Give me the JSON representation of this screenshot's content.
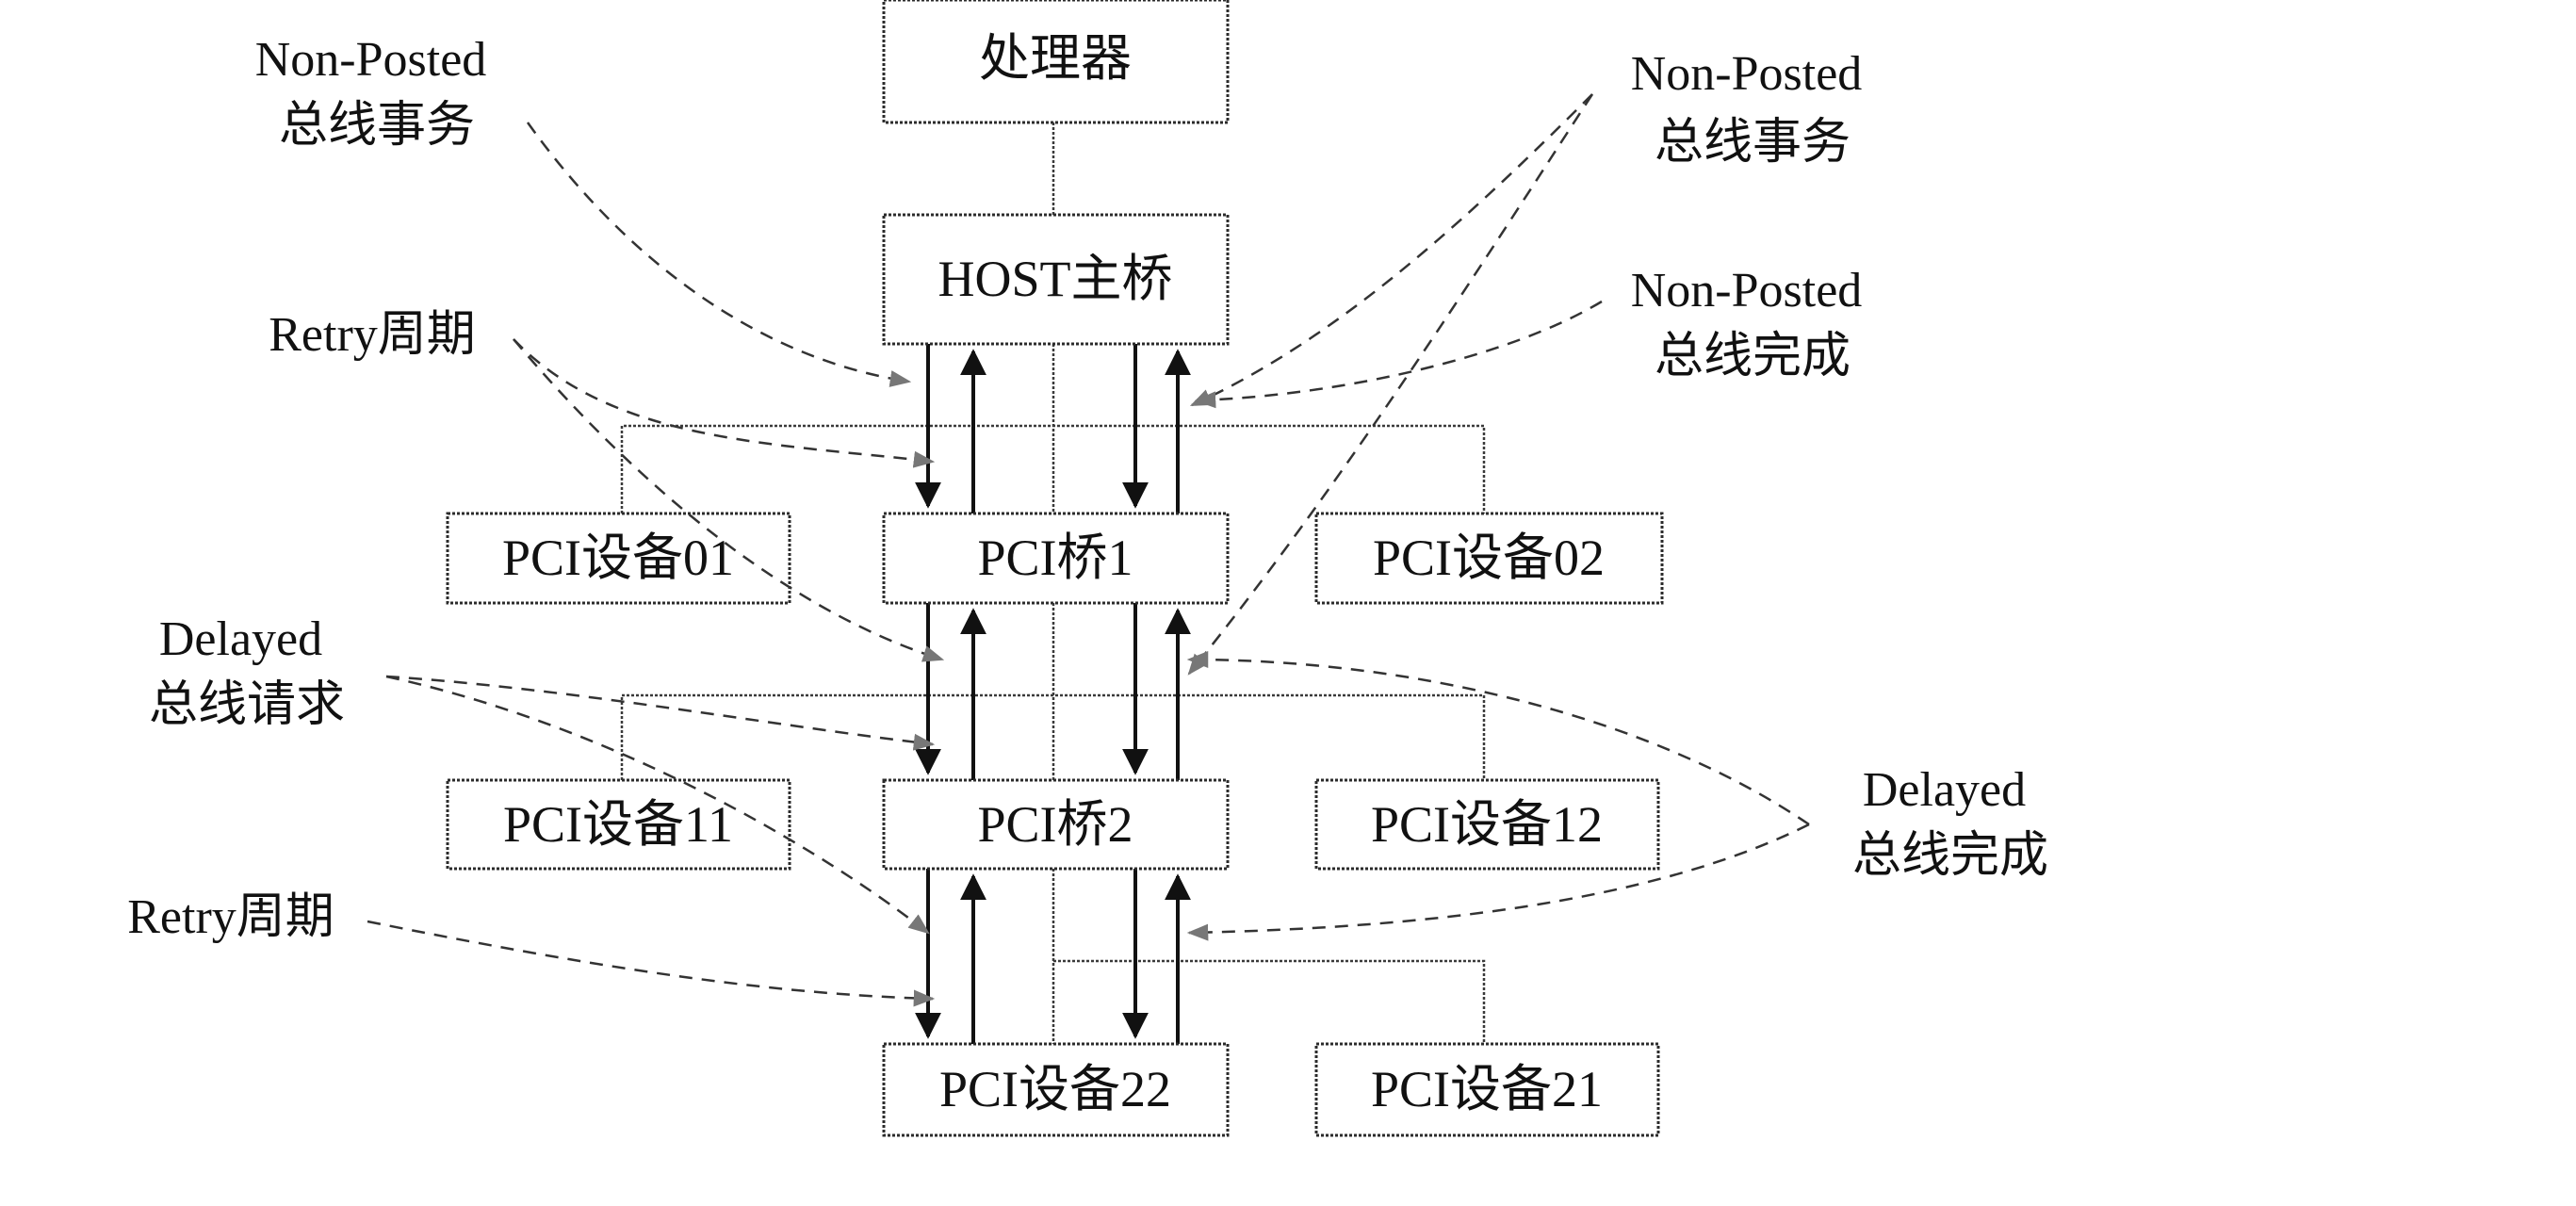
{
  "nodes": {
    "processor": "处理器",
    "host_bridge": "HOST主桥",
    "pci_bridge_1": "PCI桥1",
    "pci_bridge_2": "PCI桥2",
    "pci_device_01": "PCI设备01",
    "pci_device_02": "PCI设备02",
    "pci_device_11": "PCI设备11",
    "pci_device_12": "PCI设备12",
    "pci_device_21": "PCI设备21",
    "pci_device_22": "PCI设备22"
  },
  "annotations": {
    "nonposted_tx_left": [
      "Non-Posted",
      "总线事务"
    ],
    "nonposted_tx_right": [
      "Non-Posted",
      "总线事务"
    ],
    "nonposted_done": [
      "Non-Posted",
      "总线完成"
    ],
    "retry_top": "Retry周期",
    "retry_bottom": "Retry周期",
    "delayed_request": [
      "Delayed",
      "总线请求"
    ],
    "delayed_complete": [
      "Delayed",
      "总线完成"
    ]
  }
}
